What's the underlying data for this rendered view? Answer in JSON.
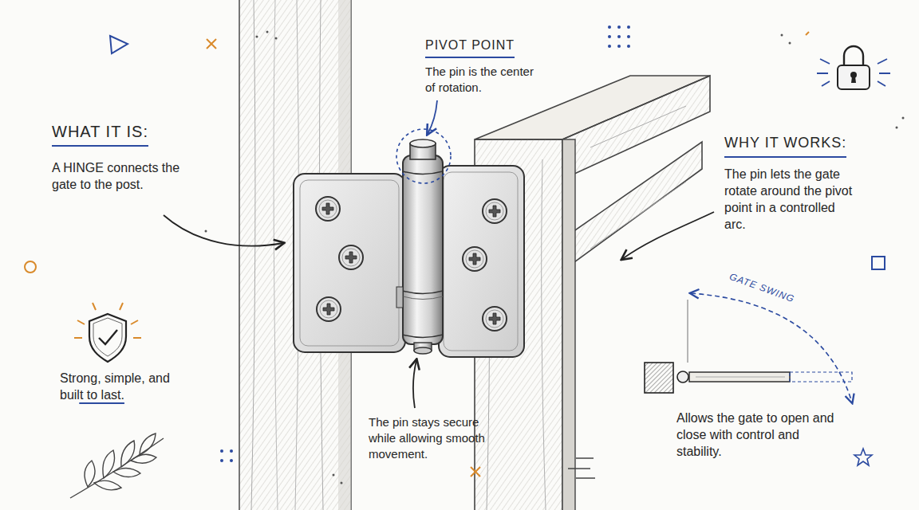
{
  "diagram": {
    "labels": [
      "PIVOT POINT",
      "The pin is the center of rotation.",
      "WHAT IT IS:",
      "A HINGE connects the gate to the post.",
      "WHY IT WORKS:",
      "The pin lets the gate rotate around the pivot point in a controlled arc.",
      "GATE SWING",
      "Strong, simple, and built to last.",
      "The pin stays secure while allowing smooth movement.",
      "Allows the gate to open and close with control and stability."
    ]
  }
}
